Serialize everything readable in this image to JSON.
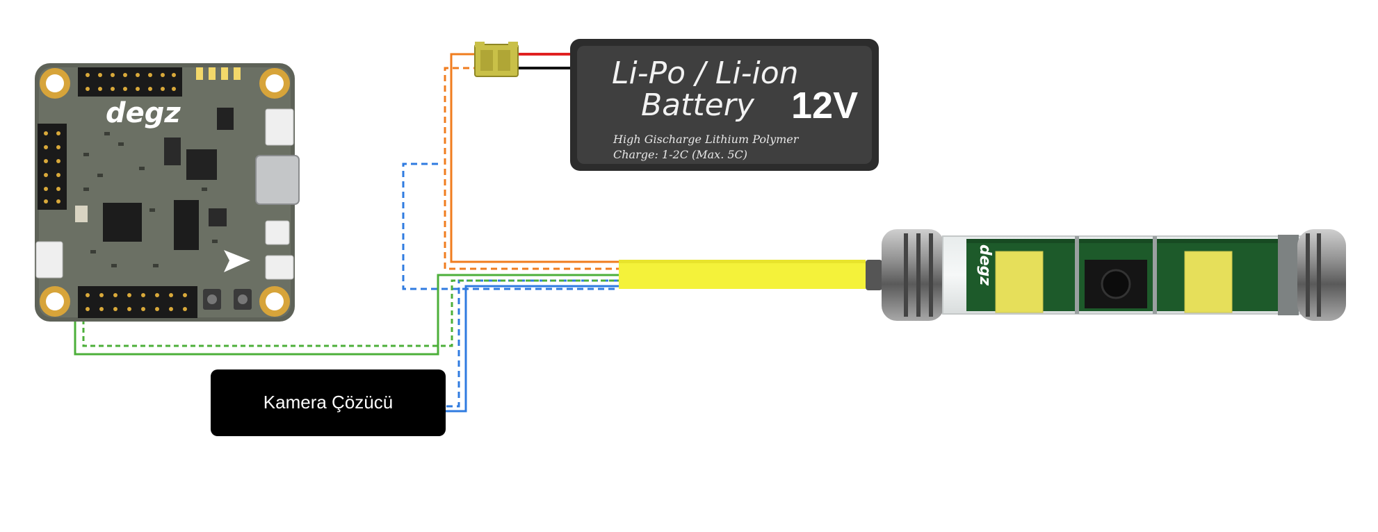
{
  "battery": {
    "title_line1": "Li-Po / Li-ion",
    "title_line2": "Battery",
    "voltage": "12V",
    "spec_line1": "High Gischarge  Lithium Polymer",
    "spec_line2": "Charge: 1-2C (Max. 5C)"
  },
  "controller_board": {
    "logo": "degz"
  },
  "camera_decoder": {
    "label": "Kamera Çözücü"
  },
  "camera_module": {
    "logo": "degz"
  },
  "wire_colors": {
    "orange": "#f07c1e",
    "blue": "#2f7be0",
    "green": "#4caf3a",
    "red": "#e02020",
    "black": "#111111",
    "yellow_cable": "#f4f23a"
  }
}
